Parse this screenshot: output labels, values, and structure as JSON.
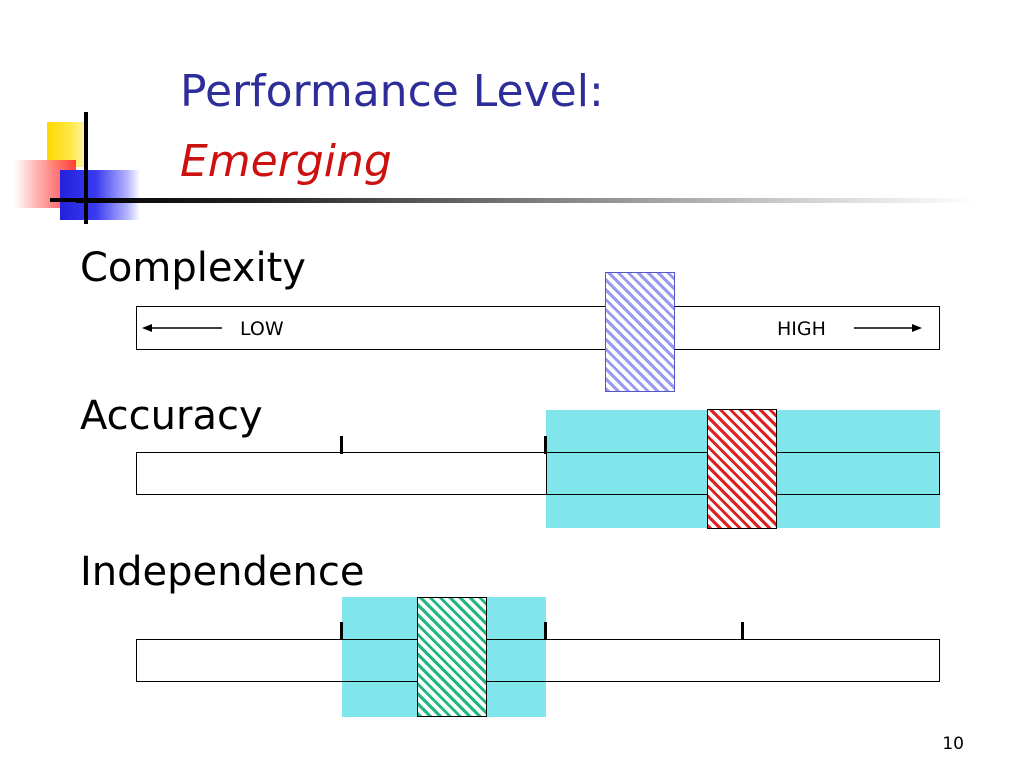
{
  "slide": {
    "title": "Performance Level:",
    "subtitle": "Emerging",
    "page_number": "10"
  },
  "rows": {
    "complexity": {
      "label": "Complexity",
      "low_label": "LOW",
      "high_label": "HIGH"
    },
    "accuracy": {
      "label": "Accuracy"
    },
    "independence": {
      "label": "Independence"
    }
  },
  "colors": {
    "title": "#2e2e9a",
    "subtitle": "#cc1111",
    "band": "#80e6ec",
    "complexity_marker": "#9a9af0",
    "accuracy_marker": "#e02020",
    "independence_marker": "#20b880"
  }
}
